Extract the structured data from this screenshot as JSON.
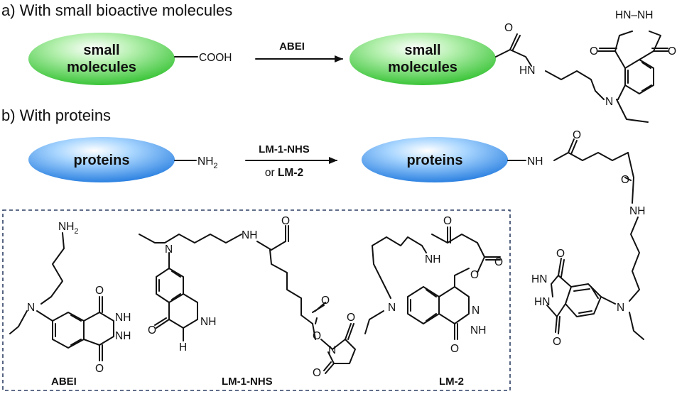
{
  "section_a": {
    "heading": "a) With small bioactive molecules",
    "reactant_pill": [
      "small",
      "molecules"
    ],
    "reactant_group": "COOH",
    "arrow_label": "ABEI",
    "product_pill": [
      "small",
      "molecules"
    ],
    "product_atoms": {
      "HN": "HN",
      "N1": "N",
      "HNNH": "HN–NH",
      "O": "O"
    }
  },
  "section_b": {
    "heading": "b) With proteins",
    "reactant_pill": "proteins",
    "reactant_group": "NH",
    "reactant_group_sub": "2",
    "arrow_label_top": "LM-1-NHS",
    "arrow_label_or": "or",
    "arrow_label_bottom": "LM-2",
    "product_pill": "proteins",
    "product_atoms": {
      "NH": "NH",
      "N": "N",
      "HN": "HN",
      "O": "O"
    }
  },
  "box": {
    "compounds": [
      "ABEI",
      "LM-1-NHS",
      "LM-2"
    ],
    "abei_atoms": {
      "NH": "NH",
      "N": "N",
      "O": "O"
    },
    "lm1_atoms": {
      "N": "N",
      "NH": "NH",
      "O": "O"
    },
    "lm2_atoms": {
      "N": "N",
      "NH": "NH",
      "O": "O"
    }
  },
  "colors": {
    "green_pill": "#3cc83a",
    "blue_pill": "#2a86e6",
    "box_border": "#2c3e63",
    "ink": "#111111"
  }
}
